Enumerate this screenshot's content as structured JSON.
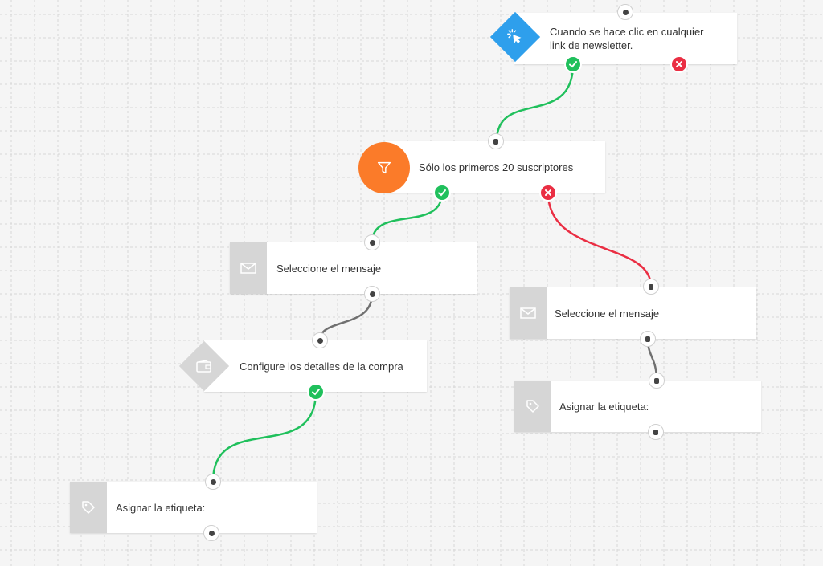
{
  "colors": {
    "trigger": "#2e9fec",
    "filter": "#fb7b29",
    "action_side": "#d6d6d6",
    "yes": "#20c05c",
    "no": "#ea2e43",
    "neutral_wire": "#707070"
  },
  "nodes": {
    "trigger": {
      "icon": "cursor-click-icon",
      "text": "Cuando se hace clic en cualquier link de newsletter."
    },
    "filter": {
      "icon": "funnel-icon",
      "text": "Sólo los primeros 20 suscriptores"
    },
    "message_left": {
      "icon": "envelope-icon",
      "text": "Seleccione el mensaje"
    },
    "message_right": {
      "icon": "envelope-icon",
      "text": "Seleccione el mensaje"
    },
    "purchase": {
      "icon": "wallet-icon",
      "text": "Configure los detalles de la compra"
    },
    "tag_right": {
      "icon": "tag-icon",
      "text": "Asignar la etiqueta:"
    },
    "tag_left": {
      "icon": "tag-icon",
      "text": "Asignar la etiqueta:"
    }
  }
}
